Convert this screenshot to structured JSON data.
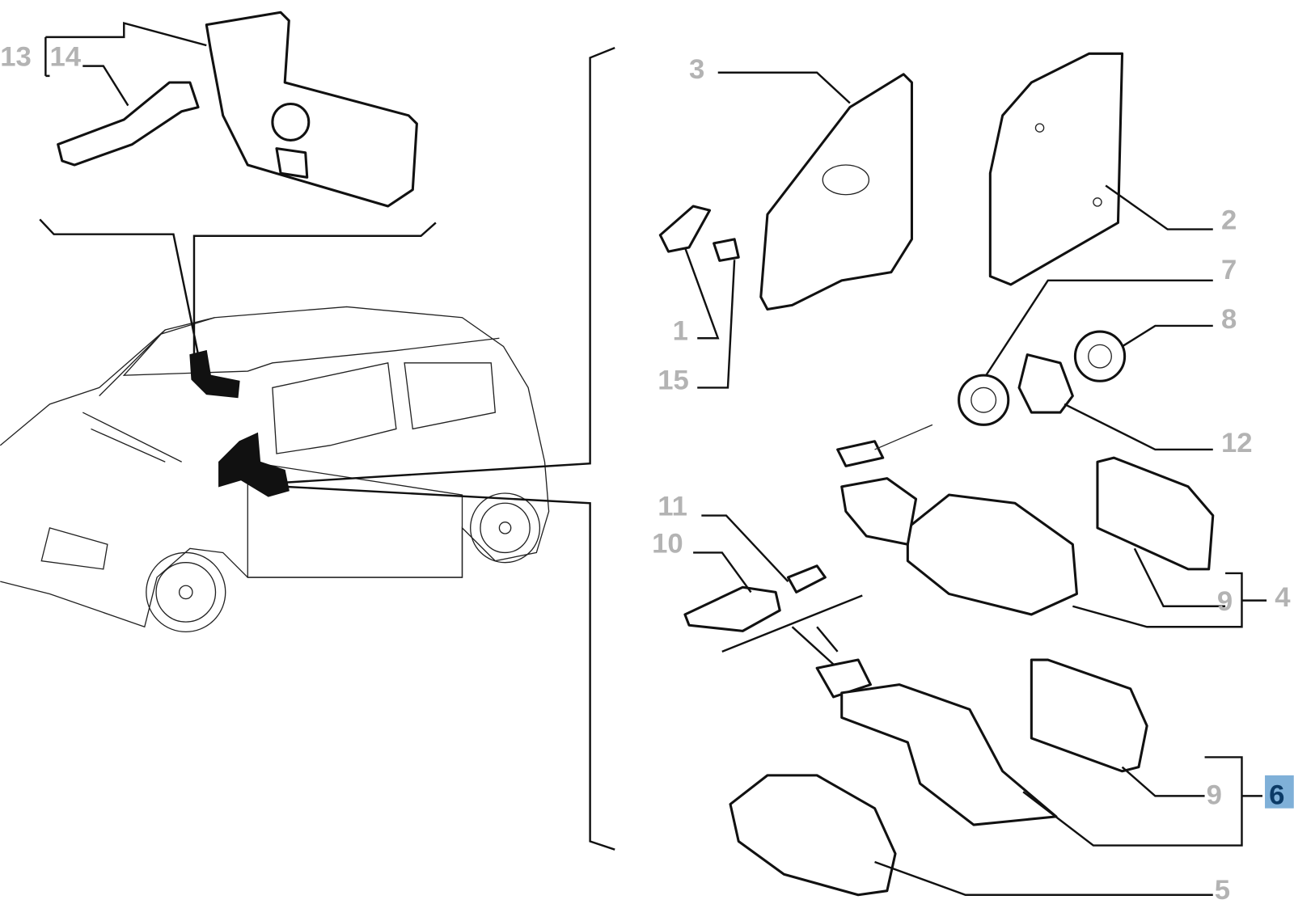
{
  "labels": {
    "p1": "1",
    "p2": "2",
    "p3": "3",
    "p4": "4",
    "p5": "5",
    "p6": "6",
    "p7": "7",
    "p8": "8",
    "p9a": "9",
    "p9b": "9",
    "p10": "10",
    "p11": "11",
    "p12": "12",
    "p13": "13",
    "p14": "14",
    "p15": "15"
  },
  "highlight": {
    "label": "6",
    "bg": "#7fb0d8",
    "fg": "#0b3a66"
  },
  "colors": {
    "label": "#b3b3b3",
    "line": "#111111"
  }
}
